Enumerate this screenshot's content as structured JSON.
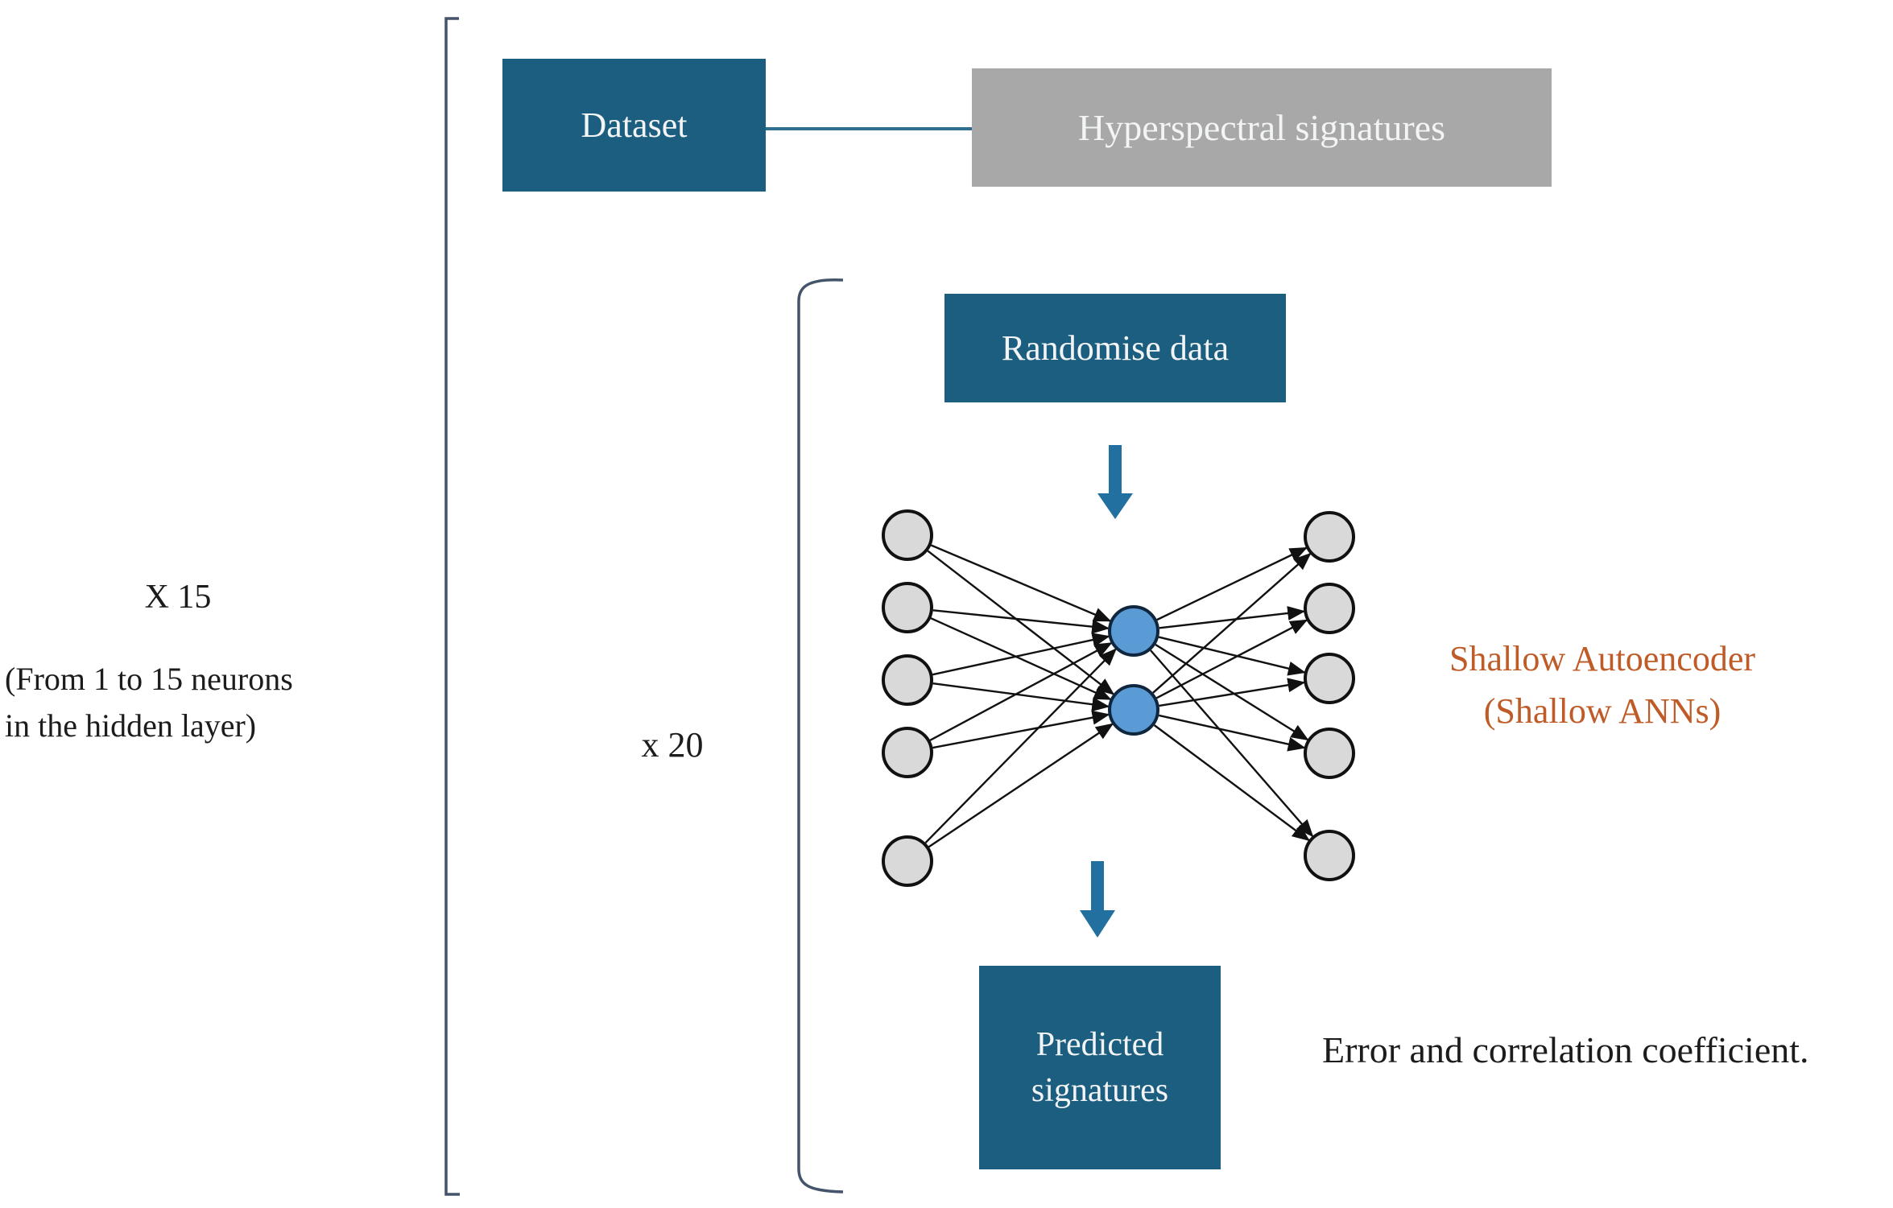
{
  "diagram": {
    "dataset_box": {
      "label": "Dataset"
    },
    "hyperspectral_box": {
      "label": "Hyperspectral signatures"
    },
    "randomise_box": {
      "label": "Randomise data"
    },
    "predicted_box": {
      "label_line1": "Predicted",
      "label_line2": "signatures"
    },
    "outer_repeat": {
      "count_label": "X 15",
      "note_line1": "(From 1 to 15 neurons",
      "note_line2": "in the hidden layer)"
    },
    "inner_repeat": {
      "count_label": "x 20"
    },
    "autoencoder_caption": {
      "line1": "Shallow Autoencoder",
      "line2": "(Shallow ANNs)"
    },
    "error_caption": {
      "label": "Error and correlation coefficient."
    },
    "network": {
      "input_nodes": 5,
      "hidden_nodes": 2,
      "output_nodes": 5,
      "node_fill": "#d9d9d9",
      "hidden_node_fill": "#5b9bd5",
      "node_stroke": "#111111",
      "hidden_node_stroke": "#10263f",
      "edge_color": "#111111"
    },
    "colors": {
      "process_box": "#1b5e80",
      "data_box": "#a8a8a8",
      "box_text": "#f2f4f5",
      "arrow": "#2270a0",
      "connector": "#2f6f8f",
      "connector_dot": "#176184",
      "bracket": "#44546a",
      "caption_orange": "#bf5b27",
      "body_text": "#1c1c1c"
    }
  }
}
